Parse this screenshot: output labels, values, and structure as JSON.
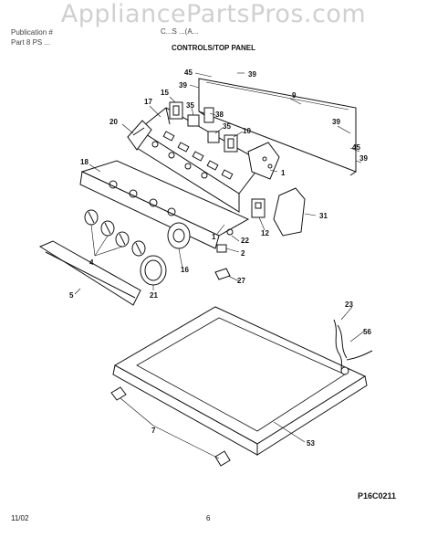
{
  "watermark": "AppliancePartsPros.com",
  "header": {
    "left_line1": "Publication #",
    "left_line2": "Part 8 PS ...",
    "middle": "C...S ...(A...",
    "title": "CONTROLS/TOP PANEL"
  },
  "footer": {
    "date": "11/02",
    "page": "6",
    "drawing_code": "P16C0211"
  },
  "callouts": [
    {
      "id": "c-45a",
      "label": "45"
    },
    {
      "id": "c-39a",
      "label": "39"
    },
    {
      "id": "c-39b",
      "label": "39"
    },
    {
      "id": "c-9",
      "label": "9"
    },
    {
      "id": "c-15",
      "label": "15"
    },
    {
      "id": "c-17",
      "label": "17"
    },
    {
      "id": "c-35a",
      "label": "35"
    },
    {
      "id": "c-38",
      "label": "38"
    },
    {
      "id": "c-20",
      "label": "20"
    },
    {
      "id": "c-35b",
      "label": "35"
    },
    {
      "id": "c-10",
      "label": "10"
    },
    {
      "id": "c-39c",
      "label": "39"
    },
    {
      "id": "c-45b",
      "label": "45"
    },
    {
      "id": "c-39d",
      "label": "39"
    },
    {
      "id": "c-18",
      "label": "18"
    },
    {
      "id": "c-1a",
      "label": "1"
    },
    {
      "id": "c-31",
      "label": "31"
    },
    {
      "id": "c-12",
      "label": "12"
    },
    {
      "id": "c-1b",
      "label": "1"
    },
    {
      "id": "c-22",
      "label": "22"
    },
    {
      "id": "c-2",
      "label": "2"
    },
    {
      "id": "c-4",
      "label": "4"
    },
    {
      "id": "c-16",
      "label": "16"
    },
    {
      "id": "c-27",
      "label": "27"
    },
    {
      "id": "c-5",
      "label": "5"
    },
    {
      "id": "c-21",
      "label": "21"
    },
    {
      "id": "c-23",
      "label": "23"
    },
    {
      "id": "c-56",
      "label": "56"
    },
    {
      "id": "c-7",
      "label": "7"
    },
    {
      "id": "c-53",
      "label": "53"
    }
  ]
}
